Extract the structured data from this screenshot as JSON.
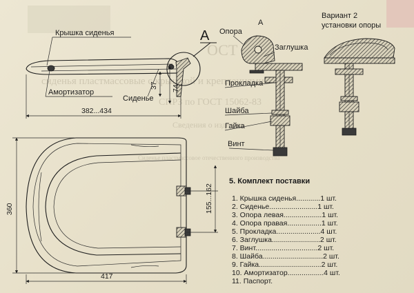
{
  "side_view": {
    "label_cover": "Крышка сиденья",
    "label_damper": "Амортизатор",
    "label_seat": "Сиденье",
    "dim_length": "382...434",
    "dim_37": "37",
    "dim_74": "74"
  },
  "detail": {
    "letter": "А",
    "letter_small": "A",
    "label_support": "Опора",
    "label_plug": "Заглушка",
    "label_gasket": "Прокладка",
    "label_washer": "Шайба",
    "label_nut": "Гайка",
    "label_screw": "Винт"
  },
  "variant2": {
    "title_line1": "Вариант 2",
    "title_line2": "установки опоры"
  },
  "plan_view": {
    "dim_height": "360",
    "dim_width": "417",
    "dim_hinge": "155...162"
  },
  "kit": {
    "heading": "5. Комплект поставки",
    "items": [
      "1. Крышка сиденья............1 шт.",
      "2. Сиденье........................1 шт.",
      "3. Опора левая...................1 шт.",
      "4. Опора правая.................1 шт.",
      "5. Прокладка......................4 шт.",
      "6. Заглушка........................2 шт.",
      "7. Винт...............................2 шт.",
      "8. Шайба..............................2 шт.",
      "9. Гайка...............................2 шт.",
      "10. Амортизатор..................4 шт.",
      "11. Паспорт."
    ]
  },
  "background_text": [
    "ОСТ",
    "сиденья пластмассовые с крышкой и креплениями",
    "СПРЗ по ГОСТ 15062-83",
    "Сведения о изделии",
    "Сиденье пластмассовое отечественного производства"
  ]
}
